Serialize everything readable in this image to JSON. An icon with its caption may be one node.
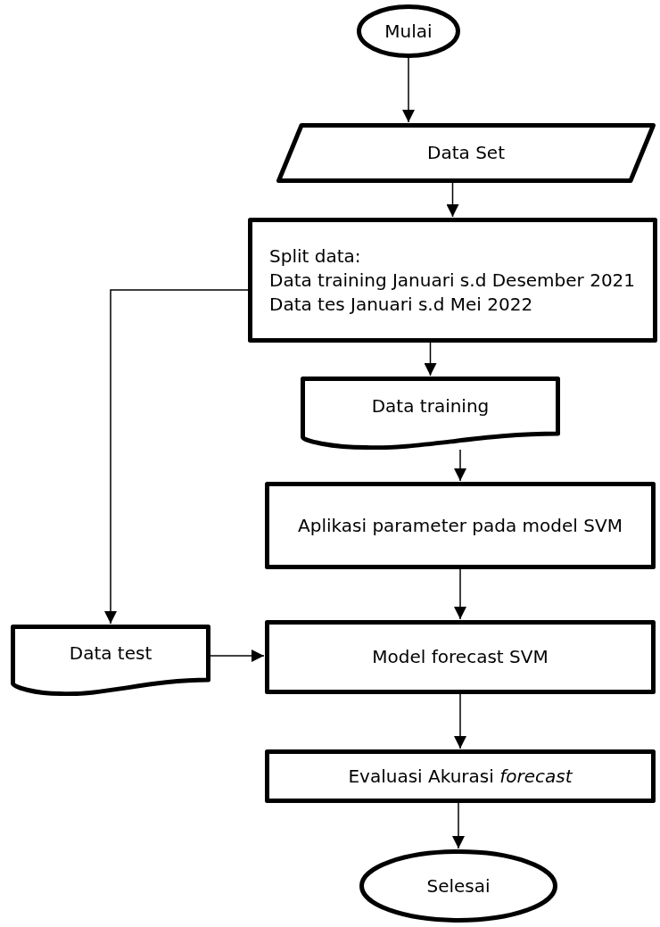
{
  "diagram": {
    "nodes": [
      {
        "text": [
          "Mulai"
        ]
      },
      {
        "text": [
          "Data Set"
        ]
      },
      {
        "text": [
          "Split data:",
          "Data training Januari s.d Desember 2021",
          "Data tes Januari s.d Mei 2022"
        ]
      },
      {
        "text": [
          "Data training"
        ]
      },
      {
        "text": [
          "Aplikasi parameter pada model SVM"
        ]
      },
      {
        "text": [
          "Data test"
        ]
      },
      {
        "text": [
          "Model forecast SVM"
        ]
      },
      {
        "text": [
          "Evaluasi Akurasi *forecast*"
        ]
      },
      {
        "text": [
          "Selesai"
        ]
      }
    ],
    "edges": [
      {
        "from": 0,
        "to": 1,
        "arrow": "to"
      },
      {
        "from": 1,
        "to": 2,
        "arrow": "to"
      },
      {
        "from": 2,
        "to": 3,
        "arrow": "to"
      },
      {
        "from": 3,
        "to": 4,
        "arrow": "to"
      },
      {
        "from": 2,
        "to": 5,
        "arrow": "to"
      },
      {
        "from": 4,
        "to": 6,
        "arrow": "to"
      },
      {
        "from": 5,
        "to": 6,
        "arrow": "to"
      },
      {
        "from": 6,
        "to": 7,
        "arrow": "to"
      },
      {
        "from": 7,
        "to": 8,
        "arrow": "to"
      }
    ]
  }
}
